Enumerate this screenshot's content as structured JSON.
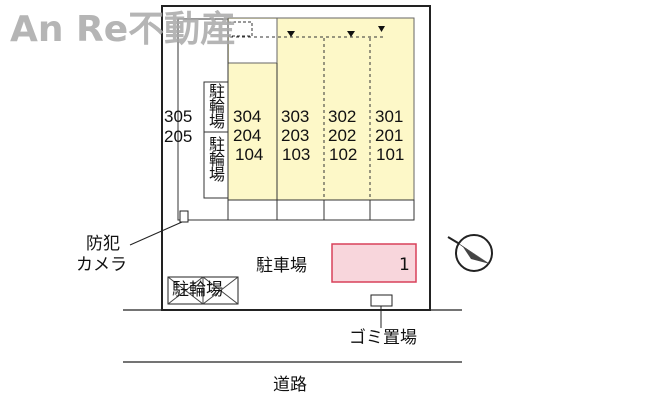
{
  "watermark": "An Re不動産",
  "building": {
    "units": {
      "col_304": [
        "304",
        "204",
        "104"
      ],
      "col_303": [
        "303",
        "203",
        "103"
      ],
      "col_302": [
        "302",
        "202",
        "102"
      ],
      "col_301": [
        "301",
        "201",
        "101"
      ],
      "col_305": [
        "305",
        "205"
      ]
    }
  },
  "labels": {
    "bike_parking": "駐輪場",
    "bike_parking_upper": "駐輪場",
    "bike_parking_lower": "駐輪場",
    "camera": "防犯\nカメラ",
    "camera_line1": "防犯",
    "camera_line2": "カメラ",
    "parking": "駐車場",
    "parking_space_number": "1",
    "garbage": "ゴミ置場",
    "road": "道路"
  },
  "icons": {
    "compass": "north-arrow-icon",
    "camera": "camera-icon",
    "entrance": "entrance-arrow-icon"
  },
  "colors": {
    "unit_fill": "#fdf8c8",
    "parking_fill": "#f8d6dc",
    "parking_border": "#d8405a",
    "outline": "#222222",
    "watermark": "#a9a9a9"
  }
}
